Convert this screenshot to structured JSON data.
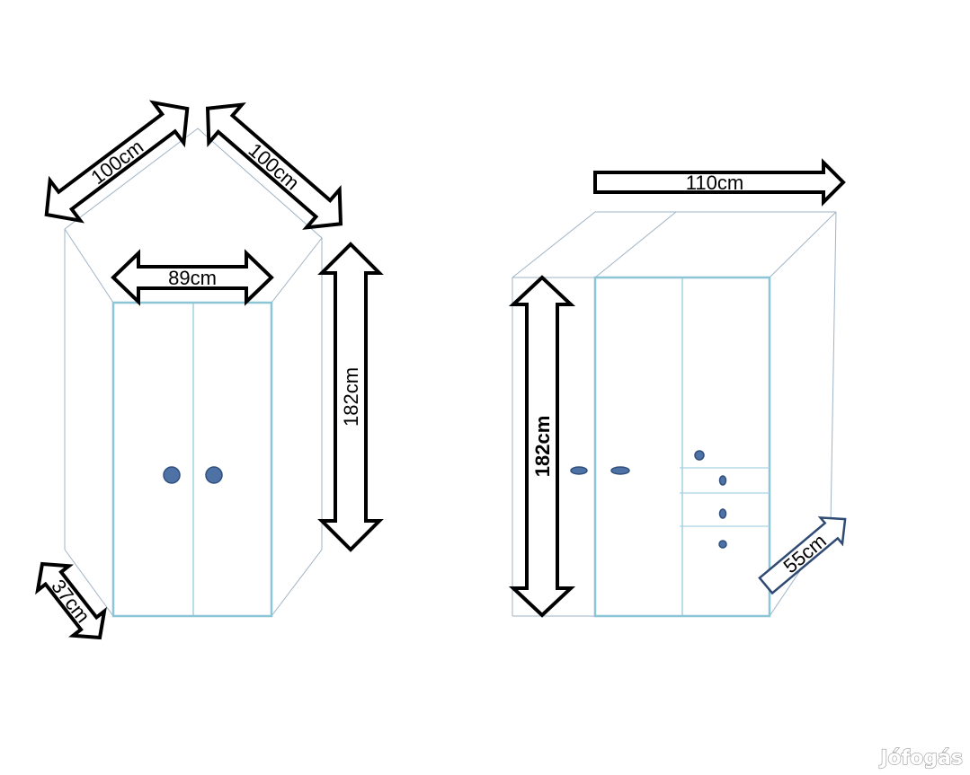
{
  "diagram": {
    "left_wardrobe": {
      "edge_left_label": "100cm",
      "edge_right_label": "100cm",
      "width_label": "89cm",
      "height_label": "182cm",
      "depth_label": "37cm"
    },
    "right_wardrobe": {
      "width_label": "110cm",
      "height_label": "182cm",
      "depth_label": "55cm"
    }
  },
  "watermark": {
    "text": "Jófogás"
  },
  "colors": {
    "outline": "#9fb3c6",
    "door": "#8cc5d6",
    "knob": "#4f72a6",
    "arrow": "#000000",
    "arrow_blue": "#2f4a73"
  }
}
